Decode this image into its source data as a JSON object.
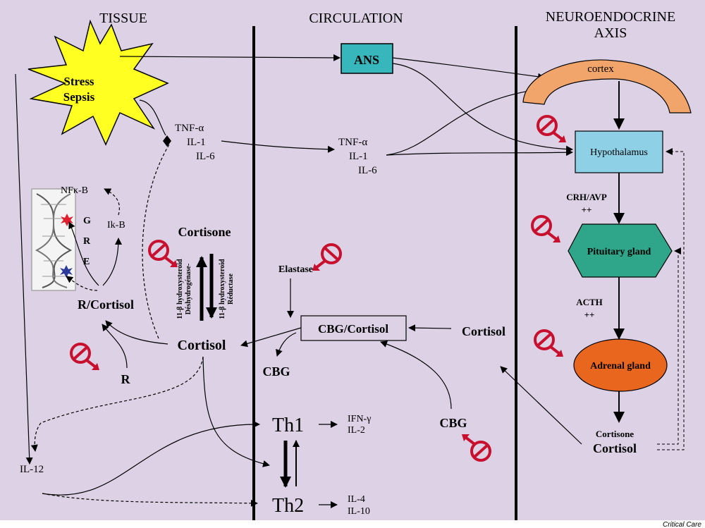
{
  "sections": {
    "tissue": "TISSUE",
    "circulation": "CIRCULATION",
    "neuro_line1": "NEUROENDOCRINE",
    "neuro_line2": "AXIS"
  },
  "tissue": {
    "stress": "Stress",
    "sepsis": "Sepsis",
    "tnf": "TNF-α",
    "il1": "IL-1",
    "il6": "IL-6",
    "nfkb": "NFκ-B",
    "ikb": "Ik-B",
    "gre": [
      "G",
      "R",
      "E"
    ],
    "r_cortisol": "R/Cortisol",
    "r": "R",
    "cortisone": "Cortisone",
    "enzyme_left_line1": "11-β hydroxysteroid",
    "enzyme_left_line2": "Déshydrogénase-",
    "enzyme_right_line1": "11-β hydroxysteroid",
    "enzyme_right_line2": "Réductase",
    "cortisol": "Cortisol",
    "il12": "IL-12"
  },
  "circulation": {
    "ans": "ANS",
    "tnf": "TNF-α",
    "il1": "IL-1",
    "il6": "IL-6",
    "elastase": "Elastase",
    "cbg_cortisol": "CBG/Cortisol",
    "cbg": "CBG",
    "cortisol": "Cortisol",
    "cbg_right": "CBG",
    "th1": "Th1",
    "th2": "Th2",
    "ifn": "IFN-γ",
    "il2": "IL-2",
    "il4": "IL-4",
    "il10": "IL-10"
  },
  "neuro": {
    "cortex": "cortex",
    "hypothalamus": "Hypothalamus",
    "crh_avp": "CRH/AVP",
    "crh_plus": "++",
    "pituitary": "Pituitary gland",
    "acth": "ACTH",
    "acth_plus": "++",
    "adrenal": "Adrenal gland",
    "cortisone": "Cortisone",
    "cortisol": "Cortisol"
  },
  "credit": "Critical Care",
  "colors": {
    "background": "#dcd1e5",
    "ans_box": "#37b6bb",
    "hypothalamus_box": "#8ed0e6",
    "pituitary": "#2fa58a",
    "adrenal": "#e9661f",
    "cortex": "#f2a56a",
    "starburst": "#ffff22",
    "inhibitor": "#c8102e"
  }
}
